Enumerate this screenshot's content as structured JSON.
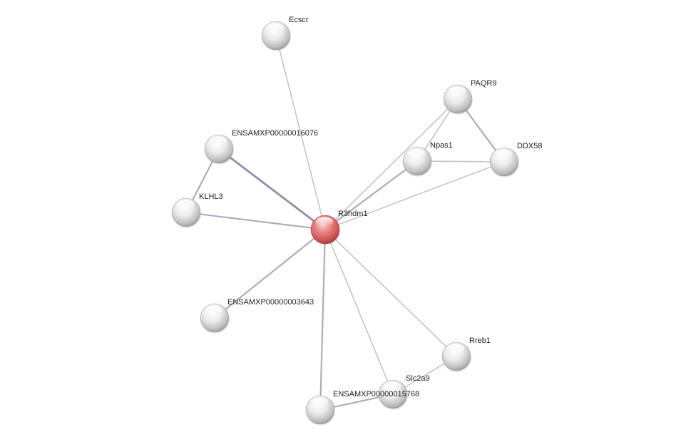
{
  "network": {
    "nodes": [
      {
        "id": "R3hdm1",
        "label": "R3hdm1",
        "query": true
      },
      {
        "id": "Ecscr",
        "label": "Ecscr",
        "query": false
      },
      {
        "id": "PAQR9",
        "label": "PAQR9",
        "query": false
      },
      {
        "id": "Npas1",
        "label": "Npas1",
        "query": false
      },
      {
        "id": "DDX58",
        "label": "DDX58",
        "query": false
      },
      {
        "id": "ENSAMXP00000016076",
        "label": "ENSAMXP00000016076",
        "query": false
      },
      {
        "id": "KLHL3",
        "label": "KLHL3",
        "query": false
      },
      {
        "id": "ENSAMXP00000003643",
        "label": "ENSAMXP00000003643",
        "query": false
      },
      {
        "id": "Rreb1",
        "label": "Rreb1",
        "query": false
      },
      {
        "id": "Slc2a9",
        "label": "Slc2a9",
        "query": false
      },
      {
        "id": "ENSAMXP00000015768",
        "label": "ENSAMXP00000015768",
        "query": false
      }
    ],
    "edges": [
      {
        "source": "R3hdm1",
        "target": "Ecscr",
        "strength": "weak"
      },
      {
        "source": "R3hdm1",
        "target": "PAQR9",
        "strength": "weak"
      },
      {
        "source": "R3hdm1",
        "target": "Npas1",
        "strength": "medium"
      },
      {
        "source": "R3hdm1",
        "target": "DDX58",
        "strength": "weak"
      },
      {
        "source": "R3hdm1",
        "target": "ENSAMXP00000016076",
        "strength": "strong"
      },
      {
        "source": "R3hdm1",
        "target": "KLHL3",
        "strength": "medium"
      },
      {
        "source": "R3hdm1",
        "target": "ENSAMXP00000003643",
        "strength": "medium"
      },
      {
        "source": "R3hdm1",
        "target": "Rreb1",
        "strength": "weak"
      },
      {
        "source": "R3hdm1",
        "target": "Slc2a9",
        "strength": "weak"
      },
      {
        "source": "R3hdm1",
        "target": "ENSAMXP00000015768",
        "strength": "medium"
      },
      {
        "source": "PAQR9",
        "target": "Npas1",
        "strength": "weak"
      },
      {
        "source": "PAQR9",
        "target": "DDX58",
        "strength": "medium"
      },
      {
        "source": "Npas1",
        "target": "DDX58",
        "strength": "weak"
      },
      {
        "source": "ENSAMXP00000016076",
        "target": "KLHL3",
        "strength": "medium"
      },
      {
        "source": "Rreb1",
        "target": "Slc2a9",
        "strength": "weak"
      },
      {
        "source": "Slc2a9",
        "target": "ENSAMXP00000015768",
        "strength": "medium"
      }
    ],
    "colors": {
      "query_node": "#e06c6c",
      "other_node": "#e2e2e2",
      "edge_weak": "#c4c4cc",
      "edge_medium": "#a9a9bd",
      "edge_strong": "#8e8ea8",
      "label": "#222222"
    }
  }
}
